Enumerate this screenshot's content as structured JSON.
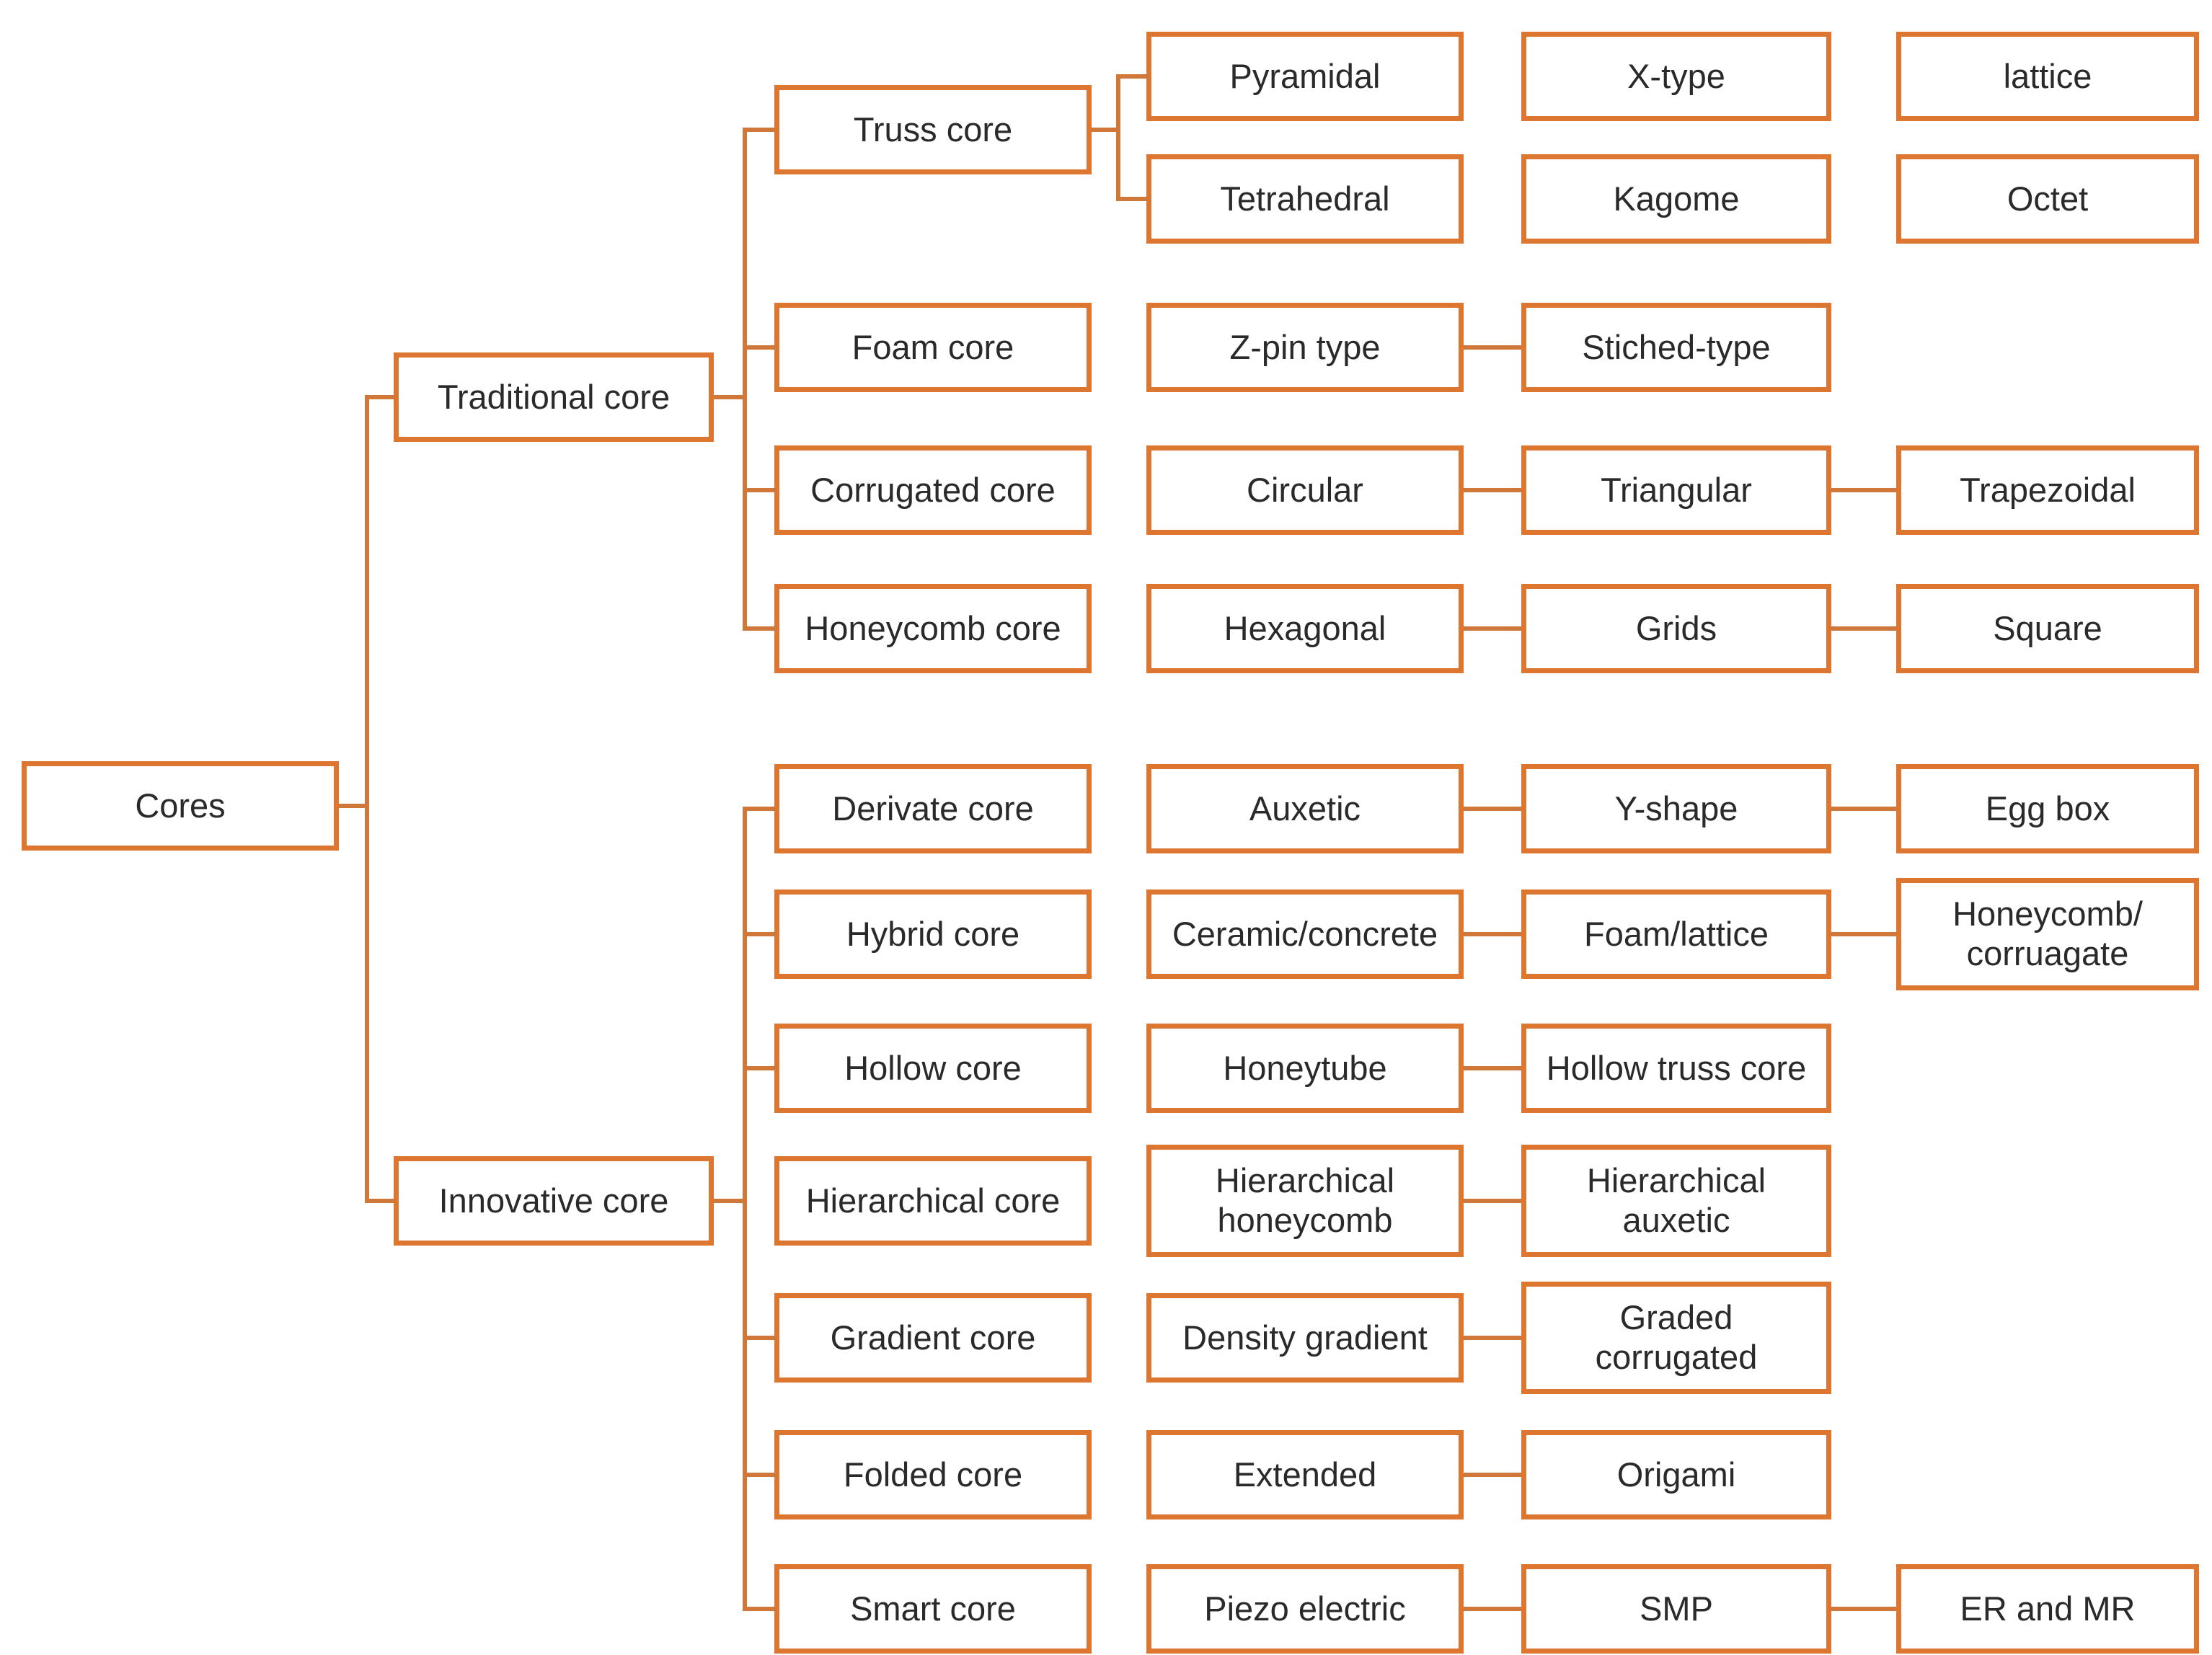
{
  "diagram": {
    "title": "Cores classification tree",
    "colors": {
      "box_border": "#DD7630",
      "connector": "#D0783A",
      "text": "#2a2a2a",
      "background": "#ffffff"
    },
    "nodes": {
      "cores": {
        "label": "Cores"
      },
      "traditional": {
        "label": "Traditional core"
      },
      "innovative": {
        "label": "Innovative core"
      },
      "truss": {
        "label": "Truss core"
      },
      "foam": {
        "label": "Foam core"
      },
      "corrugated": {
        "label": "Corrugated core"
      },
      "honeycomb": {
        "label": "Honeycomb core"
      },
      "derivate": {
        "label": "Derivate core"
      },
      "hybrid": {
        "label": "Hybrid core"
      },
      "hollow": {
        "label": "Hollow core"
      },
      "hierarchical": {
        "label": "Hierarchical core"
      },
      "gradient": {
        "label": "Gradient core"
      },
      "folded": {
        "label": "Folded core"
      },
      "smart": {
        "label": "Smart core"
      },
      "pyramidal": {
        "label": "Pyramidal"
      },
      "xtype": {
        "label": "X-type"
      },
      "lattice": {
        "label": "lattice"
      },
      "tetrahedral": {
        "label": "Tetrahedral"
      },
      "kagome": {
        "label": "Kagome"
      },
      "octet": {
        "label": "Octet"
      },
      "zpin": {
        "label": "Z-pin type"
      },
      "stiched": {
        "label": "Stiched-type"
      },
      "circular": {
        "label": "Circular"
      },
      "triangular": {
        "label": "Triangular"
      },
      "trapezoidal": {
        "label": "Trapezoidal"
      },
      "hexagonal": {
        "label": "Hexagonal"
      },
      "grids": {
        "label": "Grids"
      },
      "square": {
        "label": "Square"
      },
      "auxetic": {
        "label": "Auxetic"
      },
      "yshape": {
        "label": "Y-shape"
      },
      "eggbox": {
        "label": "Egg box"
      },
      "ceramic": {
        "label": "Ceramic/concrete"
      },
      "foamlattice": {
        "label": "Foam/lattice"
      },
      "honeycorr": {
        "label": "Honeycomb/\ncorruagate"
      },
      "honeytube": {
        "label": "Honeytube"
      },
      "hollowtruss": {
        "label": "Hollow truss core"
      },
      "hierhoney": {
        "label": "Hierarchical\nhoneycomb"
      },
      "hieraux": {
        "label": "Hierarchical\nauxetic"
      },
      "density": {
        "label": "Density gradient"
      },
      "graded": {
        "label": "Graded\ncorrugated"
      },
      "extended": {
        "label": "Extended"
      },
      "origami": {
        "label": "Origami"
      },
      "piezo": {
        "label": "Piezo electric"
      },
      "smp": {
        "label": "SMP"
      },
      "erandmr": {
        "label": "ER and MR"
      }
    },
    "hierarchy": {
      "Cores": [
        "Traditional core",
        "Innovative core"
      ],
      "Traditional core": [
        "Truss core",
        "Foam core",
        "Corrugated core",
        "Honeycomb core"
      ],
      "Truss core": [
        "Pyramidal",
        "Tetrahedral"
      ],
      "Innovative core": [
        "Derivate core",
        "Hybrid core",
        "Hollow core",
        "Hierarchical core",
        "Gradient core",
        "Folded core",
        "Smart core"
      ]
    },
    "chains": [
      [
        "Pyramidal",
        "X-type",
        "lattice"
      ],
      [
        "Tetrahedral",
        "Kagome",
        "Octet"
      ],
      [
        "Z-pin type",
        "Stiched-type"
      ],
      [
        "Circular",
        "Triangular",
        "Trapezoidal"
      ],
      [
        "Hexagonal",
        "Grids",
        "Square"
      ],
      [
        "Auxetic",
        "Y-shape",
        "Egg box"
      ],
      [
        "Ceramic/concrete",
        "Foam/lattice",
        "Honeycomb/corruagate"
      ],
      [
        "Honeytube",
        "Hollow truss core"
      ],
      [
        "Hierarchical honeycomb",
        "Hierarchical auxetic"
      ],
      [
        "Density gradient",
        "Graded corrugated"
      ],
      [
        "Extended",
        "Origami"
      ],
      [
        "Piezo electric",
        "SMP",
        "ER and MR"
      ]
    ]
  }
}
